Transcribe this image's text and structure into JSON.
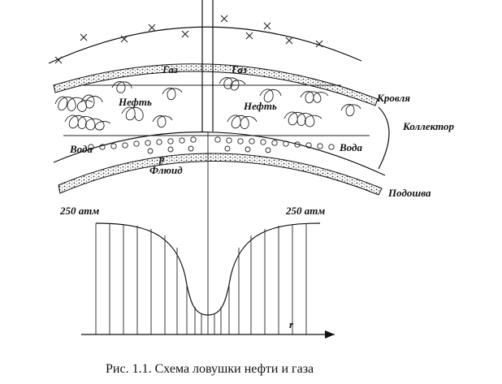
{
  "labels": {
    "gas_left": "Газ",
    "gas_right": "Газ",
    "oil_left": "Нефть",
    "oil_right": "Нефть",
    "roof": "Кровля",
    "collector": "Коллектор",
    "water_left": "Вода",
    "water_right": "Вода",
    "p": "p",
    "fluid": "Флюид",
    "base": "Подошва",
    "pressure_left": "250 атм",
    "pressure_right": "250 атм",
    "r_axis": "r"
  },
  "caption": "Рис. 1.1. Схема ловушки нефти и газа"
}
